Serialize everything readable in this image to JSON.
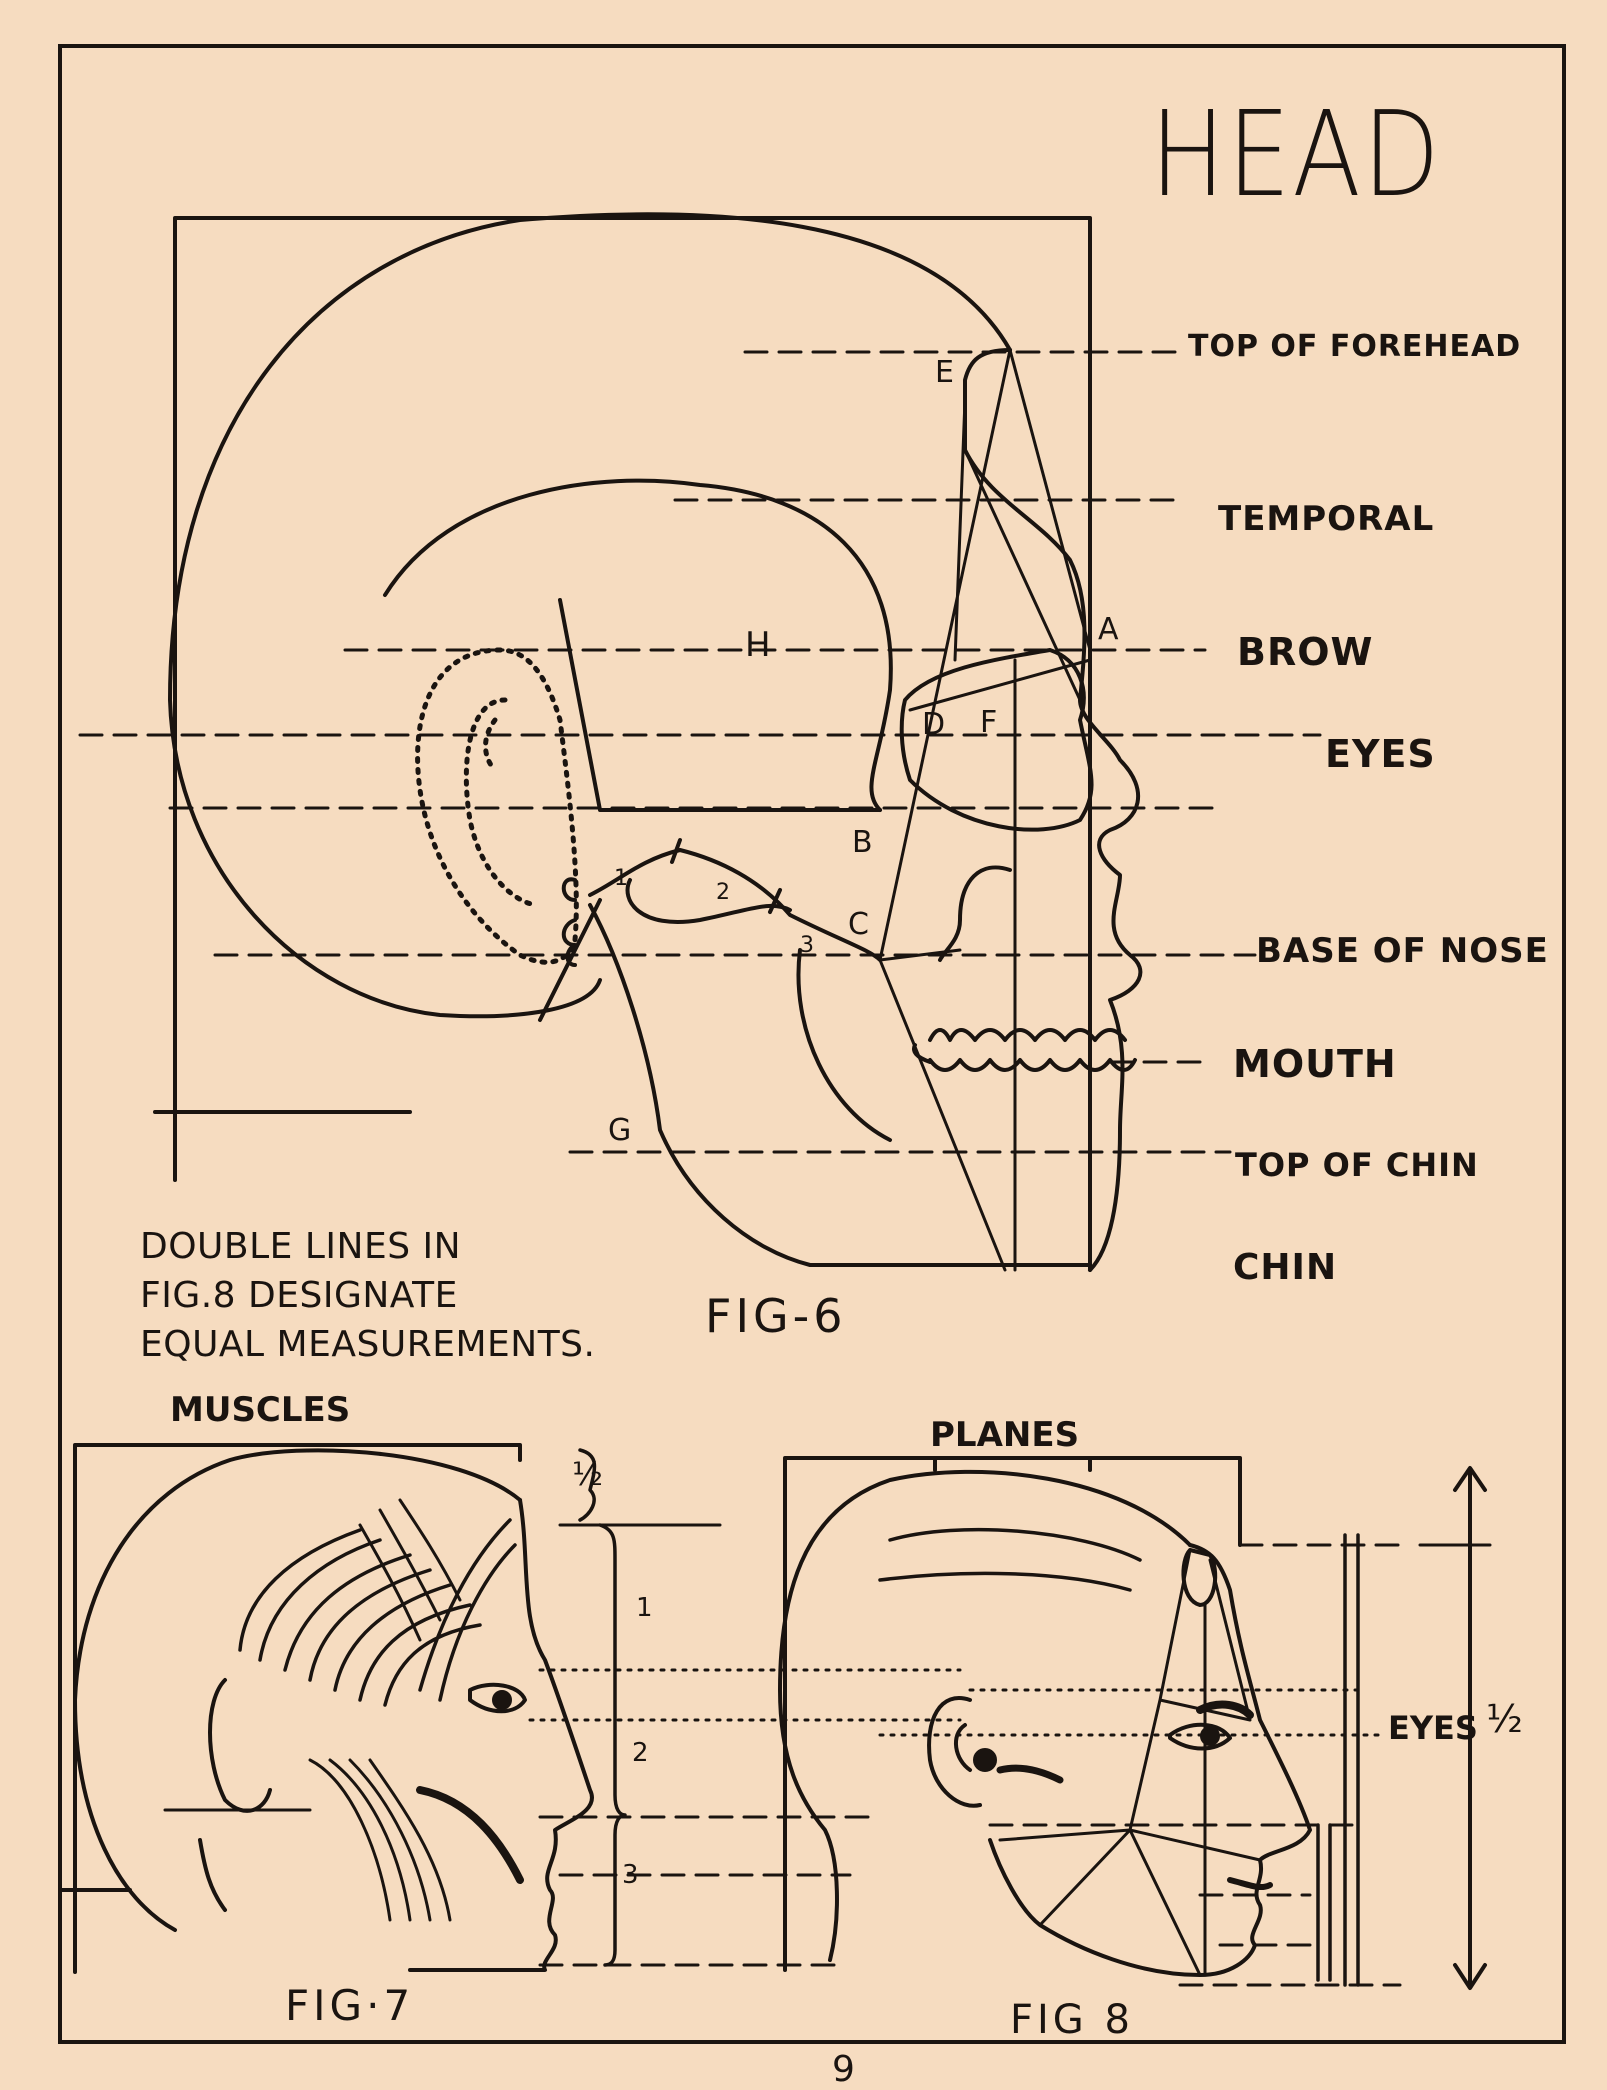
{
  "page": {
    "title": "HEAD",
    "page_number": "9"
  },
  "fig6": {
    "caption": "FIG-6",
    "levels": [
      "TOP OF FOREHEAD",
      "TEMPORAL",
      "BROW",
      "EYES",
      "BASE OF NOSE",
      "MOUTH",
      "TOP OF CHIN",
      "CHIN"
    ],
    "points": [
      "E",
      "A",
      "H",
      "D",
      "F",
      "B",
      "C",
      "G"
    ],
    "jaw_marks": [
      "1",
      "2",
      "3"
    ]
  },
  "note": {
    "lines": [
      "DOUBLE LINES IN",
      "FIG.8 DESIGNATE",
      "EQUAL MEASUREMENTS."
    ]
  },
  "fig7": {
    "heading": "MUSCLES",
    "caption": "FIG·7",
    "marks": [
      "½",
      "1",
      "2",
      "3"
    ]
  },
  "fig8": {
    "heading": "PLANES",
    "caption": "FIG 8",
    "eyes_label": "EYES",
    "half": "½"
  }
}
